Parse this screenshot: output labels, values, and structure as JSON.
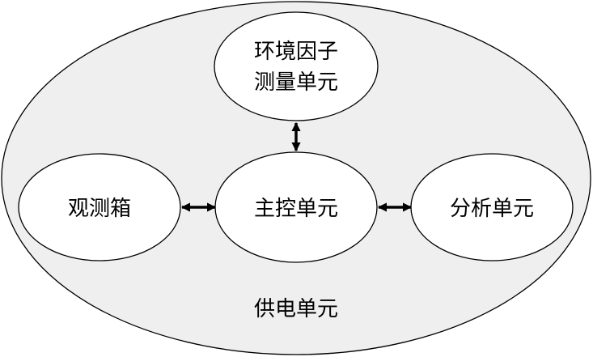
{
  "diagram": {
    "outer": {
      "label": "供电单元"
    },
    "nodes": {
      "env": {
        "line1": "环境因子",
        "line2": "测量单元"
      },
      "box": {
        "label": "观测箱"
      },
      "main": {
        "label": "主控单元"
      },
      "analysis": {
        "label": "分析单元"
      }
    },
    "colors": {
      "outer_fill": "#EFEFEF",
      "node_fill": "#FFFFFF",
      "stroke": "#000000"
    }
  }
}
